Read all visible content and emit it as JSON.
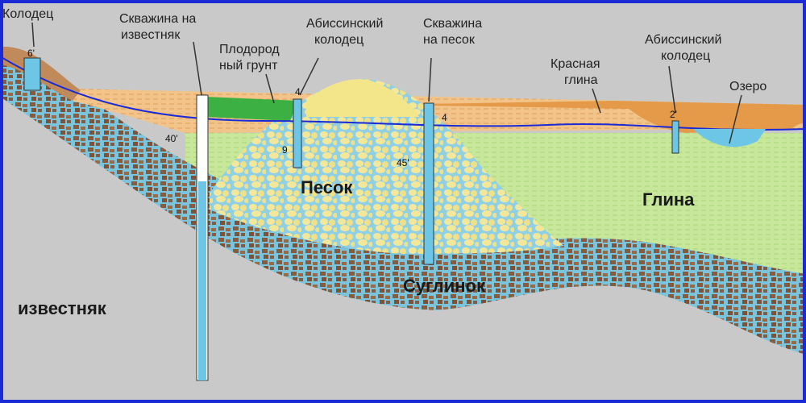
{
  "labels": {
    "well": "Колодец",
    "borehole_limestone": "Скважина на известняк",
    "fertile_soil": "Плодород ный грунт",
    "abyssinian_well_1": "Абиссинский колодец",
    "borehole_sand": "Скважина на песок",
    "red_clay": "Красная глина",
    "abyssinian_well_2": "Абиссинский колодец",
    "lake": "Озеро"
  },
  "layers": {
    "sand": "Песок",
    "clay": "Глина",
    "loam": "Суглинок",
    "limestone": "известняк"
  },
  "depths": {
    "well": "6'",
    "limestone_bore": "40'",
    "abyssinian_1_top": "4",
    "abyssinian_1_bottom": "9",
    "sand_bore_top": "4",
    "sand_bore_mid": "45'",
    "abyssinian_2": "2'"
  },
  "colors": {
    "frame": "#1a2bd6",
    "limestone": "#c8c8c8",
    "loam": "#8a6a4a",
    "sand": "#f2e58a",
    "clay": "#c7e89a",
    "red_clay": "#e59a4a",
    "soil": "#3cb043",
    "water": "#6ec6e6",
    "water_table": "#1a2bd6"
  }
}
